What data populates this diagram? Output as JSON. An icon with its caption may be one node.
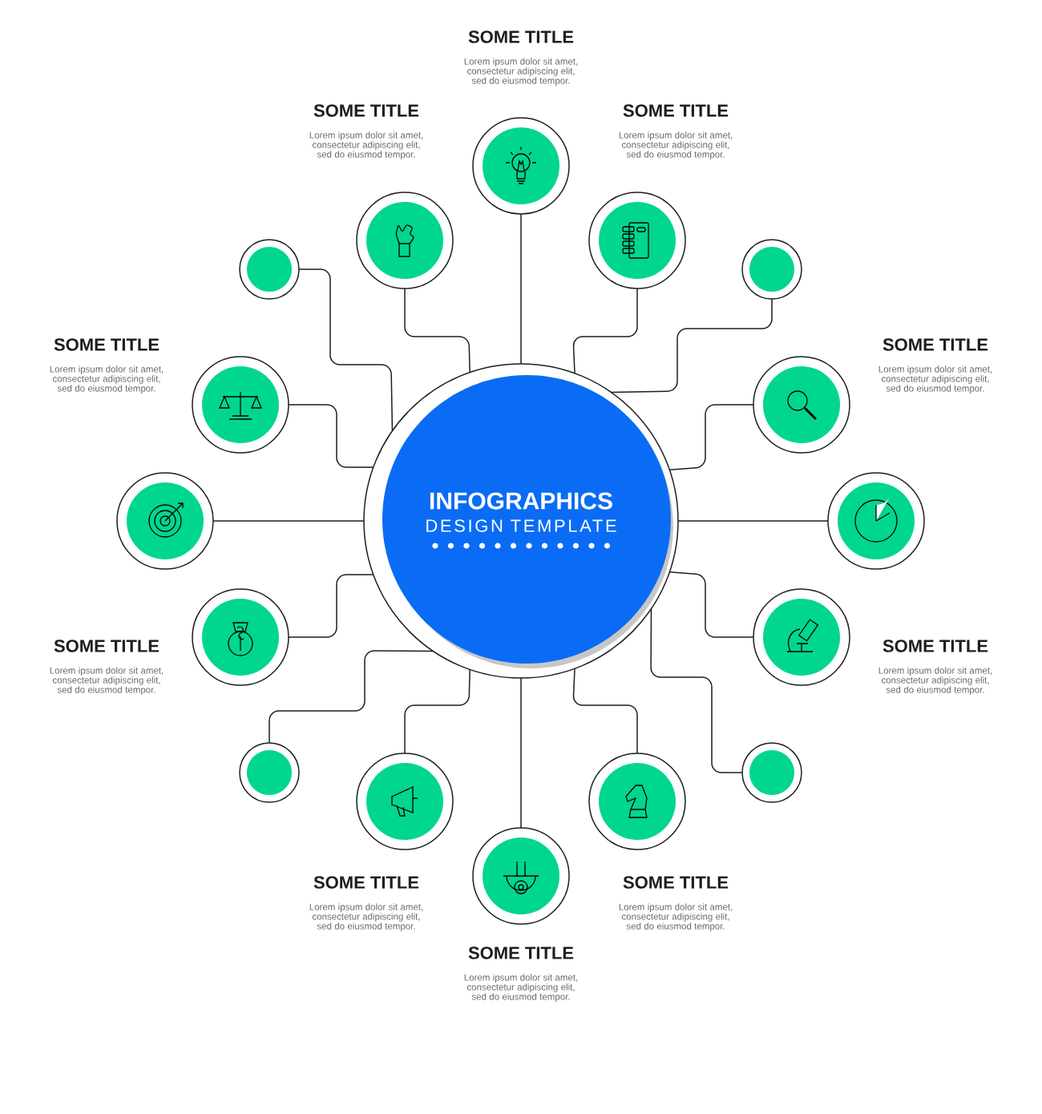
{
  "diagram": {
    "nodes": [
      {
        "text": [
          "INFOGRAPHICS",
          "DESIGN TEMPLATE"
        ]
      },
      {
        "text": [],
        "shape": "circle",
        "beside": [
          "SOME TITLE",
          "Lorem ipsum dolor sit amet, consectetur adipiscing elit, sed do eiusmod tempor."
        ]
      },
      {
        "text": [],
        "shape": "circle",
        "beside": [
          "SOME TITLE",
          "Lorem ipsum dolor sit amet, consectetur adipiscing elit, sed do eiusmod tempor."
        ]
      },
      {
        "text": [],
        "shape": "circle",
        "beside": [
          "SOME TITLE",
          "Lorem ipsum dolor sit amet, consectetur adipiscing elit, sed do eiusmod tempor."
        ]
      },
      {
        "text": [],
        "shape": "circle"
      },
      {
        "text": [],
        "shape": "circle"
      },
      {
        "text": [],
        "shape": "circle",
        "beside": [
          "SOME TITLE",
          "Lorem ipsum dolor sit amet, consectetur adipiscing elit, sed do eiusmod tempor."
        ]
      },
      {
        "text": [],
        "shape": "circle",
        "beside": [
          "SOME TITLE",
          "Lorem ipsum dolor sit amet, consectetur adipiscing elit, sed do eiusmod tempor."
        ]
      },
      {
        "text": [],
        "shape": "circle"
      },
      {
        "text": [],
        "shape": "circle"
      },
      {
        "text": [],
        "shape": "circle",
        "beside": [
          "SOME TITLE",
          "Lorem ipsum dolor sit amet, consectetur adipiscing elit, sed do eiusmod tempor."
        ]
      },
      {
        "text": [],
        "shape": "circle",
        "beside": [
          "SOME TITLE",
          "Lorem ipsum dolor sit amet, consectetur adipiscing elit, sed do eiusmod tempor."
        ]
      },
      {
        "text": [],
        "shape": "circle"
      },
      {
        "text": [],
        "shape": "circle"
      },
      {
        "text": [],
        "shape": "circle",
        "beside": [
          "SOME TITLE",
          "Lorem ipsum dolor sit amet, consectetur adipiscing elit, sed do eiusmod tempor."
        ]
      },
      {
        "text": [],
        "shape": "circle",
        "beside": [
          "SOME TITLE",
          "Lorem ipsum dolor sit amet, consectetur adipiscing elit, sed do eiusmod tempor."
        ]
      },
      {
        "text": [],
        "shape": "circle",
        "beside": [
          "SOME TITLE",
          "Lorem ipsum dolor sit amet, consectetur adipiscing elit, sed do eiusmod tempor."
        ]
      }
    ],
    "edges": [
      {
        "from": 1,
        "to": 0,
        "arrow": "none"
      },
      {
        "from": 2,
        "to": 0,
        "arrow": "none"
      },
      {
        "from": 3,
        "to": 0,
        "arrow": "none"
      },
      {
        "from": 4,
        "to": 0,
        "arrow": "none"
      },
      {
        "from": 5,
        "to": 0,
        "arrow": "none"
      },
      {
        "from": 6,
        "to": 0,
        "arrow": "none"
      },
      {
        "from": 7,
        "to": 0,
        "arrow": "none"
      },
      {
        "from": 8,
        "to": 0,
        "arrow": "none"
      },
      {
        "from": 9,
        "to": 0,
        "arrow": "none"
      },
      {
        "from": 10,
        "to": 0,
        "arrow": "none"
      },
      {
        "from": 11,
        "to": 0,
        "arrow": "none"
      },
      {
        "from": 12,
        "to": 0,
        "arrow": "none"
      },
      {
        "from": 13,
        "to": 0,
        "arrow": "none"
      },
      {
        "from": 14,
        "to": 0,
        "arrow": "none"
      },
      {
        "from": 15,
        "to": 0,
        "arrow": "none"
      },
      {
        "from": 16,
        "to": 0,
        "arrow": "none"
      }
    ]
  }
}
